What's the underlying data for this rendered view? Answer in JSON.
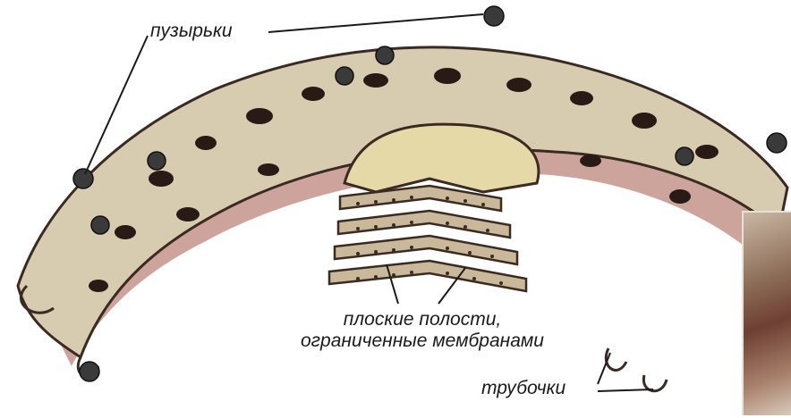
{
  "labels": {
    "vesicles": "пузырьки",
    "cavities_line1": "плоские полости,",
    "cavities_line2": "ограниченные мембранами",
    "tubules": "трубочки"
  },
  "colors": {
    "background": "#ffffff",
    "tubule_light": "#d8ccb0",
    "tubule_outline": "#3a2a22",
    "tubule_red": "#a35a4a",
    "cavity_fill": "#e6d9a8",
    "vesicle": "#3a3a3a",
    "label_text": "#1a1a1a"
  }
}
